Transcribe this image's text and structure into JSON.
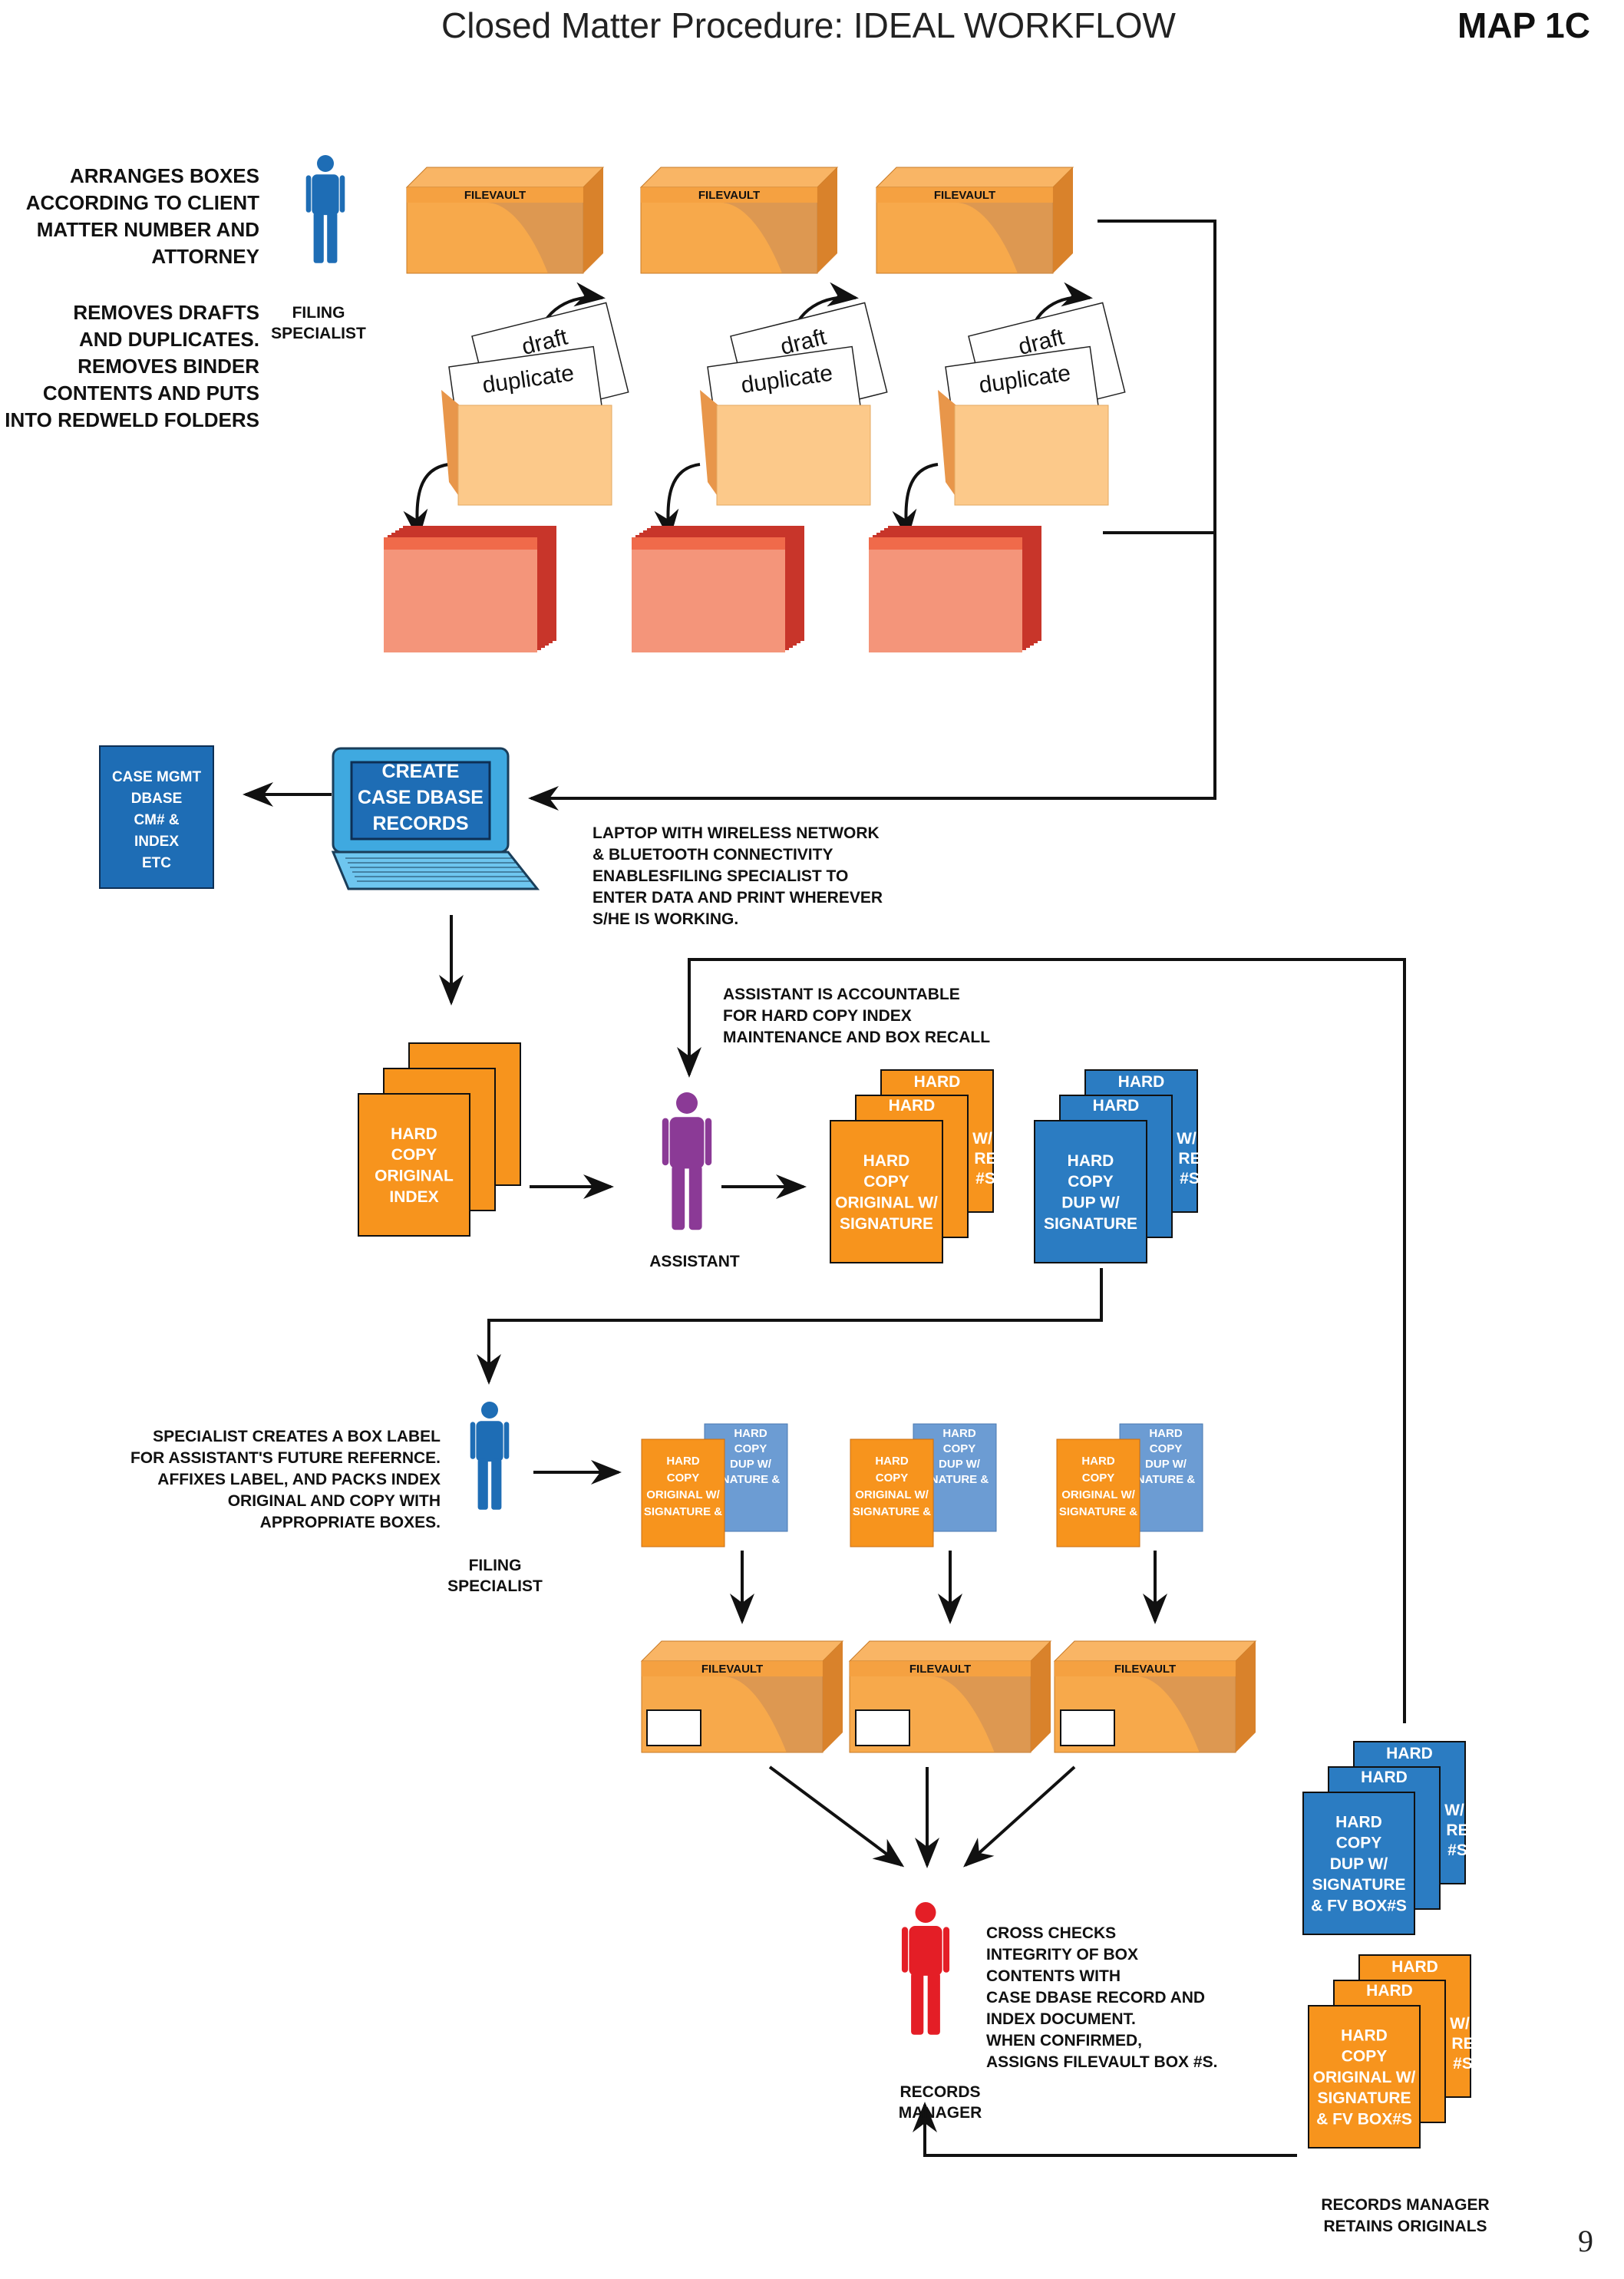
{
  "header": {
    "title": "Closed Matter Procedure: IDEAL WORKFLOW",
    "map_label": "MAP 1C",
    "page_number": "9"
  },
  "stage1": {
    "note_arrange": "ARRANGES BOXES\nACCORDING TO CLIENT\nMATTER NUMBER AND\nATTORNEY",
    "note_remove": "REMOVES DRAFTS\nAND DUPLICATES.\nREMOVES  BINDER\nCONTENTS AND PUTS\nINTO REDWELD FOLDERS",
    "actor_label": "FILING\nSPECIALIST",
    "box_label": "FILEVAULT",
    "sheet_draft": "draft",
    "sheet_duplicate": "duplicate"
  },
  "laptop": {
    "screen_text": "CREATE\nCASE DBASE\nRECORDS",
    "db_box_text": "CASE MGMT\nDBASE\nCM# &\nINDEX\nETC",
    "note": "LAPTOP WITH WIRELESS NETWORK\n& BLUETOOTH CONNECTIVITY\nENABLESFILING SPECIALIST TO\nENTER DATA AND PRINT WHEREVER\nS/HE IS WORKING."
  },
  "stage2": {
    "assistant_note": "ASSISTANT IS ACCOUNTABLE\nFOR HARD COPY INDEX\nMAINTENANCE AND BOX RECALL",
    "index_doc": "HARD\nCOPY\nORIGINAL\nINDEX",
    "assistant_label": "ASSISTANT",
    "original_doc": "HARD\nCOPY\nORIGINAL W/\nSIGNATURE",
    "dup_doc": "HARD\nCOPY\nDUP W/\nSIGNATURE",
    "peek_hard": "HARD",
    "peek_w": "W/",
    "peek_re": "RE",
    "peek_s": "#S"
  },
  "stage3": {
    "specialist_note": "SPECIALIST CREATES A BOX LABEL\nFOR ASSISTANT'S FUTURE REFERNCE.\nAFFIXES LABEL, AND PACKS INDEX\nORIGINAL AND COPY WITH\nAPPROPRIATE BOXES.",
    "actor_label": "FILING\nSPECIALIST",
    "pair_front": "HARD\nCOPY\nORIGINAL W/\nSIGNATURE &",
    "pair_back": "HARD\nCOPY\nDUP W/\nNATURE &",
    "box_label": "FILEVAULT"
  },
  "stage4": {
    "check_note": "CROSS CHECKS\nINTEGRITY OF BOX\nCONTENTS WITH\nCASE DBASE RECORD AND\nINDEX DOCUMENT.\nWHEN CONFIRMED,\nASSIGNS FILEVAULT BOX #S.",
    "manager_label": "RECORDS\nMANAGER",
    "dup_doc": "HARD\nCOPY\nDUP W/\nSIGNATURE\n& FV BOX#S",
    "orig_doc": "HARD\nCOPY\nORIGINAL W/\nSIGNATURE\n& FV BOX#S",
    "retain_note": "RECORDS MANAGER\nRETAINS ORIGINALS",
    "peek_hard": "HARD",
    "peek_w": "W/",
    "peek_re": "RE",
    "peek_s": "#S"
  },
  "colors": {
    "box_orange": "#F7A94B",
    "box_dark": "#D9822B",
    "folder": "#FCC98A",
    "redweld": "#F4957A",
    "redweld_edge": "#C8352A",
    "doc_orange": "#F7941D",
    "doc_blue": "#2B7CC2",
    "doc_lightblue": "#6C9CD3",
    "db_blue": "#1E6DB5",
    "person_blue": "#1E6DB5",
    "person_purple": "#8B3A96",
    "person_red": "#E41E26"
  }
}
